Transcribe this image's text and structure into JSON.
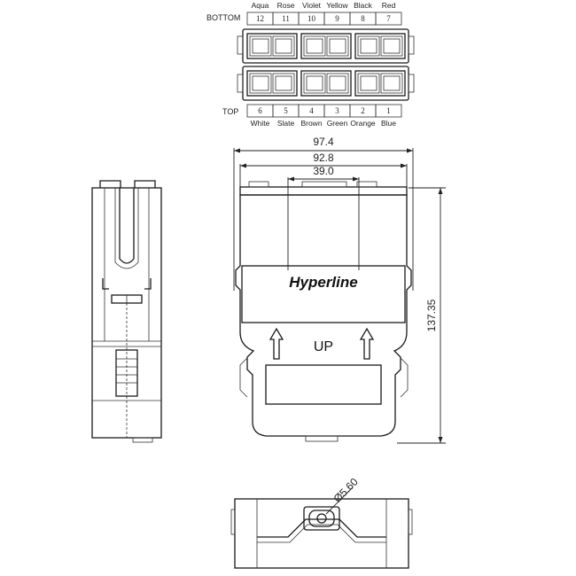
{
  "labels": {
    "bottom": "BOTTOM",
    "top": "TOP",
    "brand": "Hyperline",
    "up": "UP"
  },
  "bottom_ports": [
    {
      "num": "12",
      "color": "Aqua"
    },
    {
      "num": "11",
      "color": "Rose"
    },
    {
      "num": "10",
      "color": "Violet"
    },
    {
      "num": "9",
      "color": "Yellow"
    },
    {
      "num": "8",
      "color": "Black"
    },
    {
      "num": "7",
      "color": "Red"
    }
  ],
  "top_ports": [
    {
      "num": "6",
      "color": "White"
    },
    {
      "num": "5",
      "color": "Slate"
    },
    {
      "num": "4",
      "color": "Brown"
    },
    {
      "num": "3",
      "color": "Green"
    },
    {
      "num": "2",
      "color": "Orange"
    },
    {
      "num": "1",
      "color": "Blue"
    }
  ],
  "dimensions": {
    "overall_width": "97.4",
    "inner_width": "92.8",
    "port_span": "39.0",
    "height": "137.35",
    "hole_diameter": "Ø5.60"
  }
}
